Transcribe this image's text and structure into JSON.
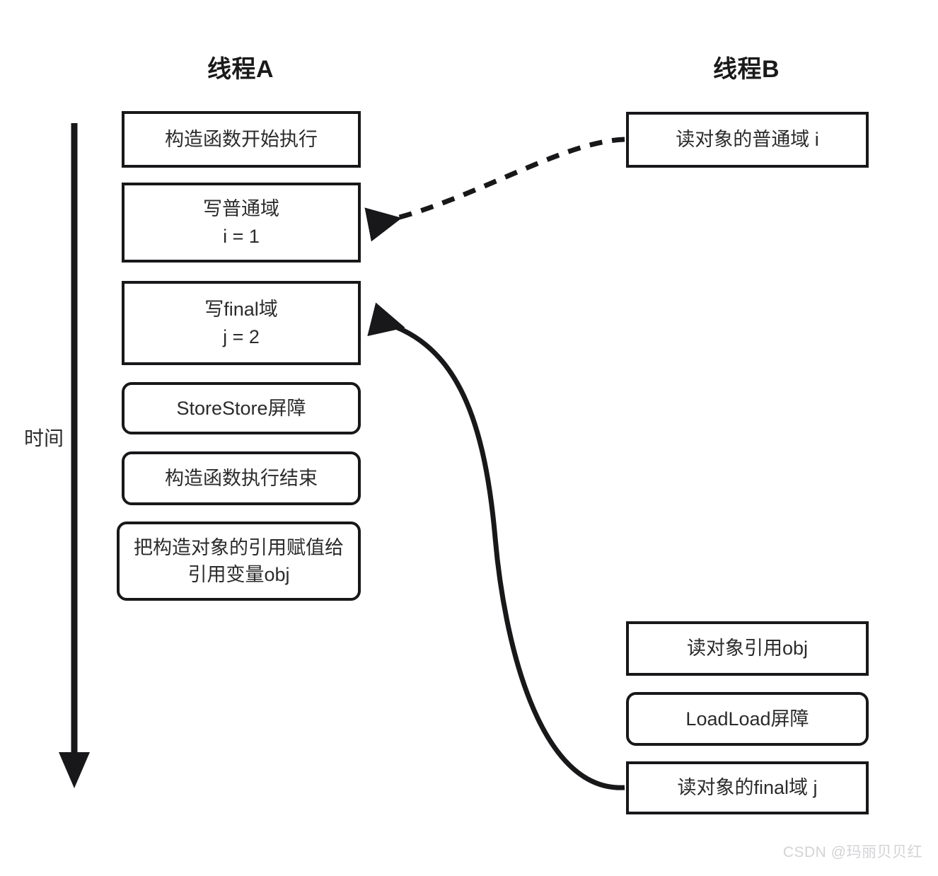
{
  "diagram": {
    "title_thread_a": "线程A",
    "title_thread_b": "线程B",
    "time_axis_label": "时间",
    "watermark": "CSDN @玛丽贝贝红",
    "colors": {
      "stroke": "#18181b",
      "text": "#2b2b2b",
      "background": "#ffffff",
      "watermark": "#d3d3d6"
    }
  },
  "thread_a": {
    "steps": [
      {
        "id": "a1",
        "text": "构造函数开始执行",
        "shape": "rect"
      },
      {
        "id": "a2",
        "text": "写普通域\ni = 1",
        "shape": "rect"
      },
      {
        "id": "a3",
        "text": "写final域\nj = 2",
        "shape": "rect"
      },
      {
        "id": "a4",
        "text": "StoreStore屏障",
        "shape": "rounded"
      },
      {
        "id": "a5",
        "text": "构造函数执行结束",
        "shape": "rounded"
      },
      {
        "id": "a6",
        "text": "把构造对象的引用赋值给\n引用变量obj",
        "shape": "rounded"
      }
    ]
  },
  "thread_b": {
    "steps": [
      {
        "id": "b1",
        "text": "读对象的普通域 i",
        "shape": "rect"
      },
      {
        "id": "b2",
        "text": "读对象引用obj",
        "shape": "rect"
      },
      {
        "id": "b3",
        "text": "LoadLoad屏障",
        "shape": "rounded"
      },
      {
        "id": "b4",
        "text": "读对象的final域 j",
        "shape": "rect"
      }
    ]
  },
  "arrows": [
    {
      "id": "dashed-read-i",
      "style": "dashed",
      "from": "读对象的普通域 i",
      "to": "写普通域 i = 1"
    },
    {
      "id": "solid-read-final-j",
      "style": "solid",
      "from": "读对象的final域 j",
      "to": "写final域 j = 2"
    }
  ]
}
